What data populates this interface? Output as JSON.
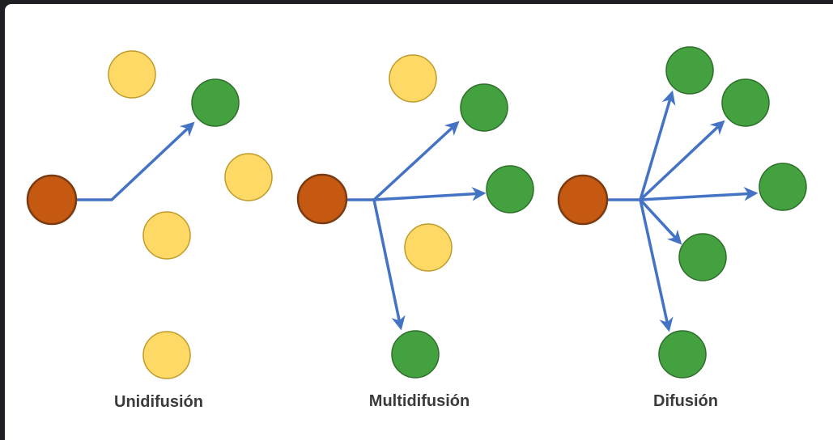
{
  "colors": {
    "background": "#1f2023",
    "panel": "#ffffff",
    "source_fill": "#c65911",
    "source_stroke": "#7a3a12",
    "receiver_fill": "#43a23f",
    "receiver_stroke": "#2f6e2c",
    "idle_fill": "#ffd966",
    "idle_stroke": "#bf9b2a",
    "arrow": "#4472c4",
    "label": "#3b3b3b"
  },
  "legend": {
    "source_icon": "orange-node",
    "receiver_icon": "green-node",
    "idle_icon": "yellow-node"
  },
  "panels": [
    {
      "id": "unicast",
      "label": "Unidifusión"
    },
    {
      "id": "multicast",
      "label": "Multidifusión"
    },
    {
      "id": "broadcast",
      "label": "Difusión"
    }
  ]
}
